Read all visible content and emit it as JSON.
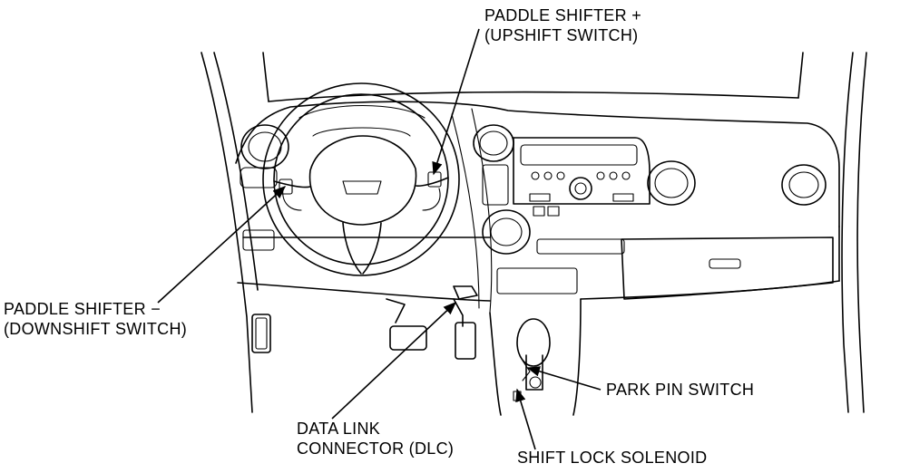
{
  "callouts": {
    "paddle_up_line1": "PADDLE SHIFTER +",
    "paddle_up_line2": "(UPSHIFT SWITCH)",
    "paddle_down_line1": "PADDLE SHIFTER −",
    "paddle_down_line2": "(DOWNSHIFT SWITCH)",
    "dlc_line1": "DATA LINK",
    "dlc_line2": "CONNECTOR (DLC)",
    "park_pin": "PARK PIN SWITCH",
    "shift_lock": "SHIFT LOCK SOLENOID"
  }
}
